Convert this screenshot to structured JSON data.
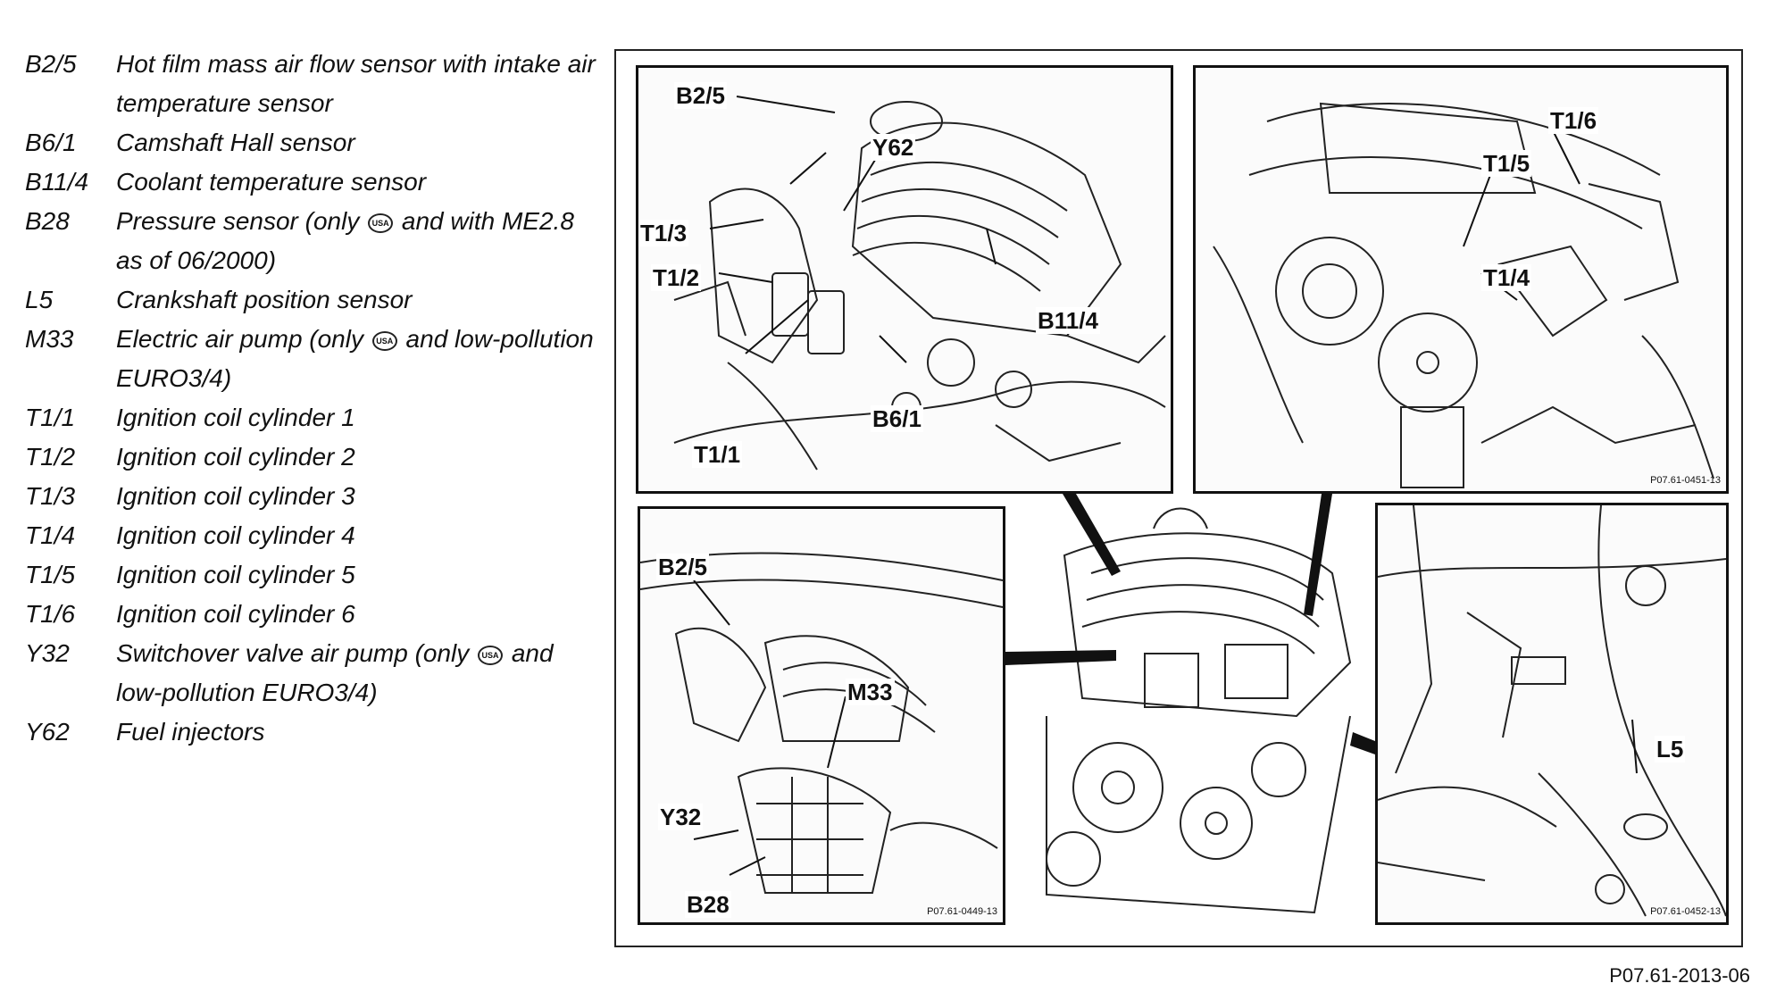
{
  "legend": [
    {
      "code": "B2/5",
      "text": "Hot film mass air flow sensor with intake air temperature sensor"
    },
    {
      "code": "B6/1",
      "text": "Camshaft Hall sensor"
    },
    {
      "code": "B11/4",
      "text": "Coolant temperature sensor"
    },
    {
      "code": "B28",
      "text_before": "Pressure sensor (only",
      "text_after": "and with ME2.8 as of 06/2000)",
      "symbol": "USA"
    },
    {
      "code": "L5",
      "text": "Crankshaft position sensor"
    },
    {
      "code": "M33",
      "text_before": "Electric air pump (only",
      "text_after": "and low-pollution EURO3/4)",
      "symbol": "USA"
    },
    {
      "code": "T1/1",
      "text": "Ignition coil cylinder 1"
    },
    {
      "code": "T1/2",
      "text": "Ignition coil cylinder 2"
    },
    {
      "code": "T1/3",
      "text": "Ignition coil cylinder 3"
    },
    {
      "code": "T1/4",
      "text": "Ignition coil cylinder 4"
    },
    {
      "code": "T1/5",
      "text": "Ignition coil cylinder 5"
    },
    {
      "code": "T1/6",
      "text": "Ignition coil cylinder 6"
    },
    {
      "code": "Y32",
      "text_before": "Switchover valve air pump (only",
      "text_after": "and low-pollution EURO3/4)",
      "symbol": "USA"
    },
    {
      "code": "Y62",
      "text": "Fuel injectors"
    }
  ],
  "panel1": {
    "labels": [
      "B2/5",
      "Y62",
      "T1/3",
      "T1/2",
      "T1/1",
      "B11/4",
      "B6/1"
    ]
  },
  "panel2": {
    "labels": [
      "T1/6",
      "T1/5",
      "T1/4"
    ],
    "ref": "P07.61-0451-13"
  },
  "panel3": {
    "labels": [
      "B2/5",
      "M33",
      "Y32",
      "B28"
    ],
    "ref": "P07.61-0449-13"
  },
  "panel4": {
    "labels": [
      "L5"
    ],
    "ref": "P07.61-0452-13"
  },
  "figure_ref": "P07.61-2013-06"
}
